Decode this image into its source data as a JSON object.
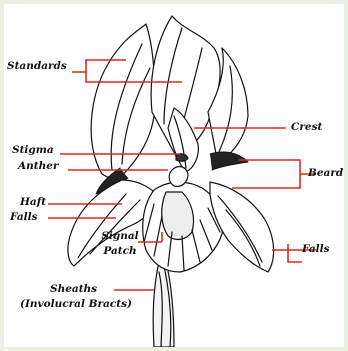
{
  "labels": {
    "standards": "Standards",
    "crest": "Crest",
    "stigma": "Stigma",
    "anther": "Anther",
    "beard": "Beard",
    "haft": "Haft",
    "falls_left": "Falls",
    "signal": "Signal",
    "patch": "Patch",
    "falls_right": "Falls",
    "sheaths": "Sheaths",
    "bracts": "(Involucral Bracts)"
  },
  "colors": {
    "frame": "#eaf1e3",
    "leader": "#e0261d",
    "ink": "#111111"
  }
}
